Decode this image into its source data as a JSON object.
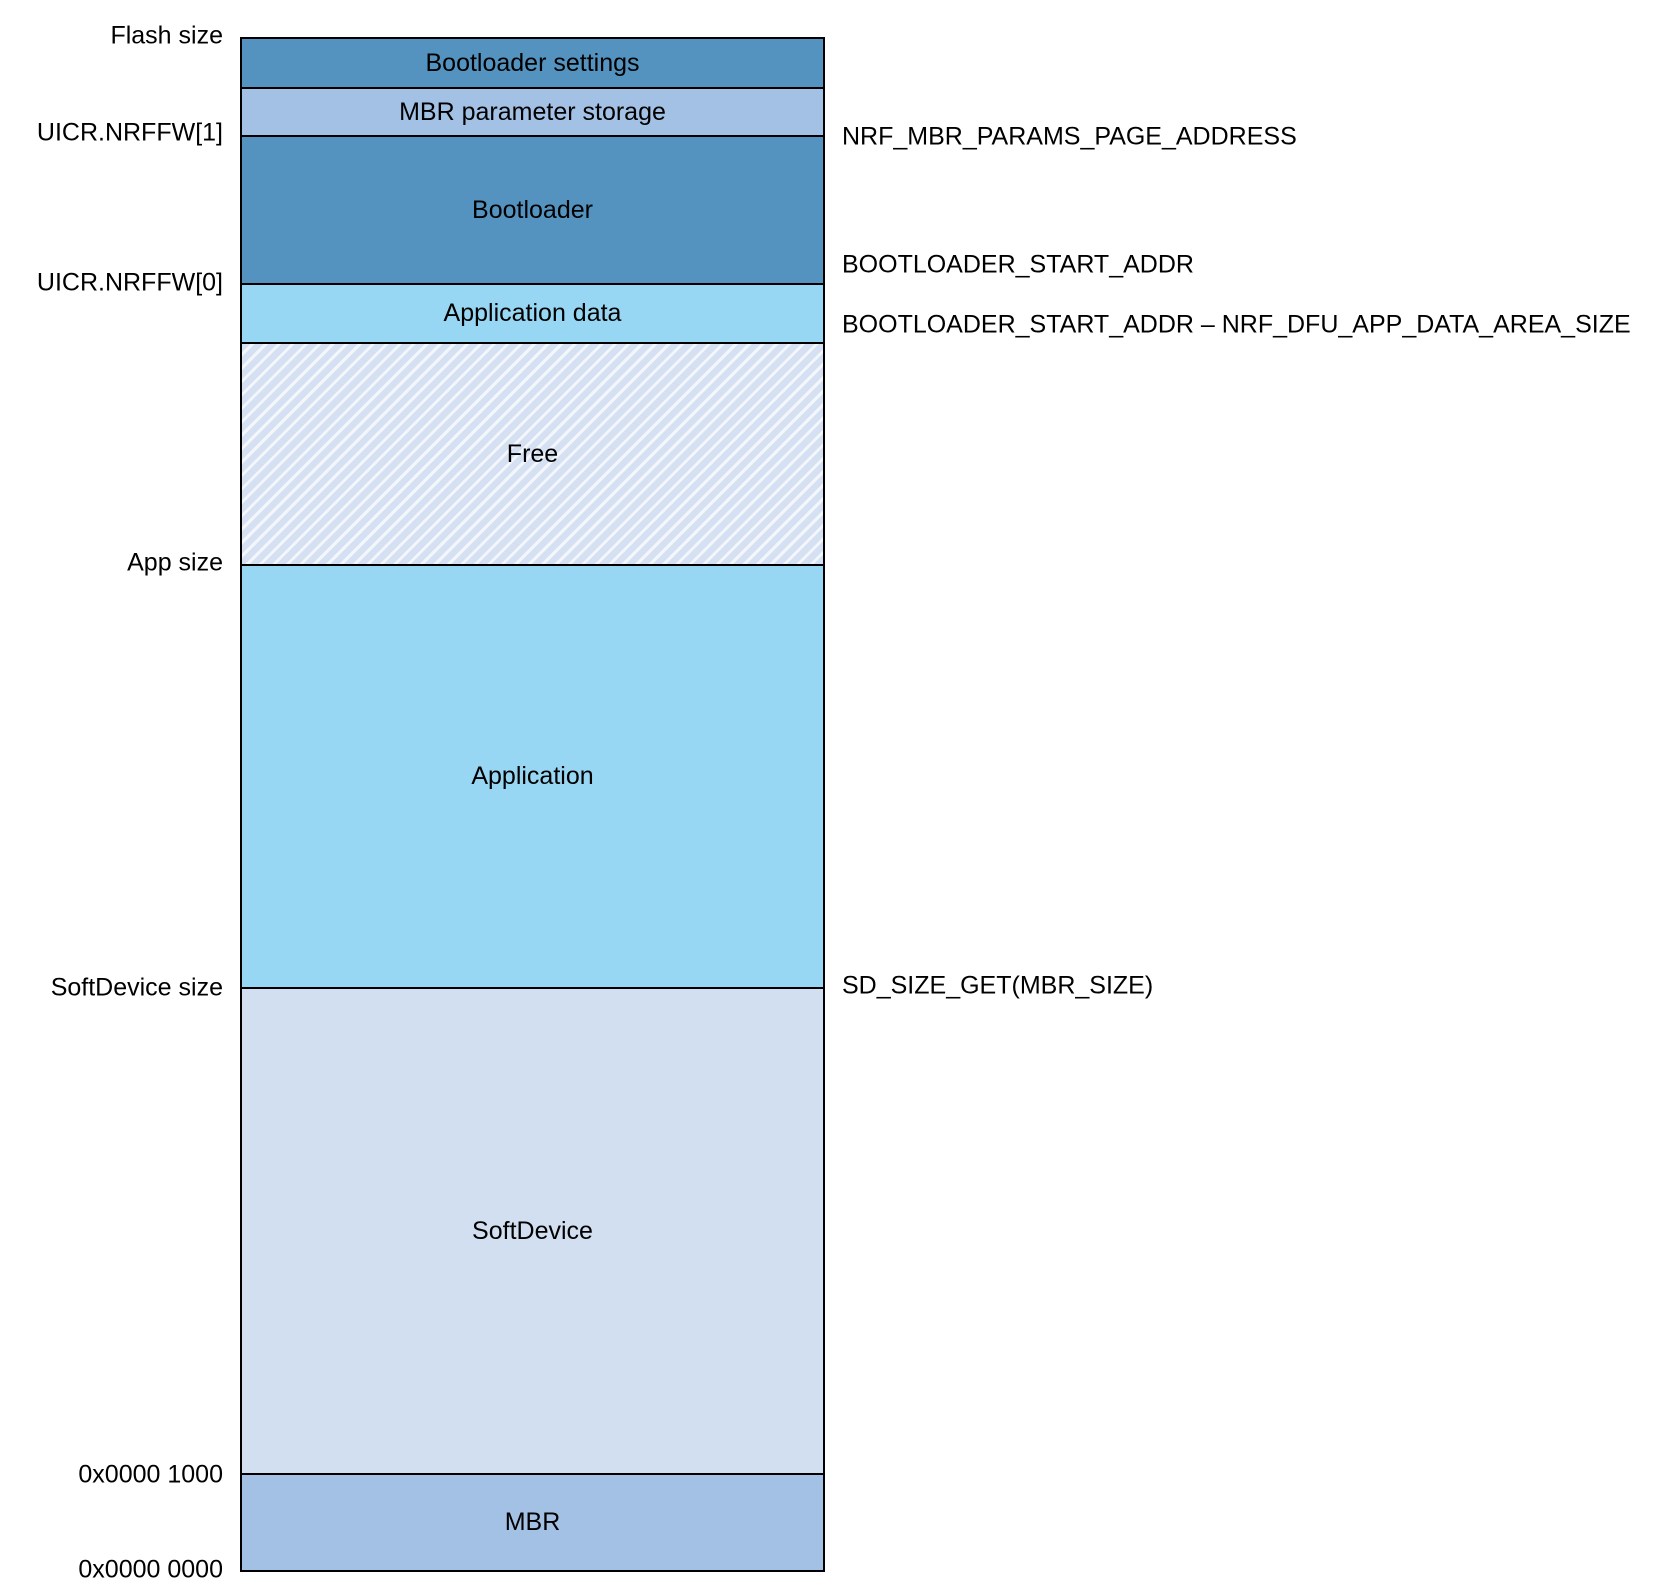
{
  "colors": {
    "steel_blue": "#5493bf",
    "periwinkle_blue": "#a3c1e5",
    "sky_blue": "#97d7f3",
    "free_base": "#d5e1f3",
    "free_stripe": "#f3f6fb",
    "softdevice_blue": "#d2dff0",
    "border": "#000000"
  },
  "regions": [
    {
      "label": "Bootloader settings",
      "color": "#5493bf",
      "pattern": "solid"
    },
    {
      "label": "MBR parameter storage",
      "color": "#a3c1e5",
      "pattern": "solid"
    },
    {
      "label": "Bootloader",
      "color": "#5493bf",
      "pattern": "solid"
    },
    {
      "label": "Application data",
      "color": "#97d7f3",
      "pattern": "solid"
    },
    {
      "label": "Free",
      "color": "#d5e1f3",
      "pattern": "diagonal-hatch"
    },
    {
      "label": "Application",
      "color": "#97d7f3",
      "pattern": "solid"
    },
    {
      "label": "SoftDevice",
      "color": "#d2dff0",
      "pattern": "solid"
    },
    {
      "label": "MBR",
      "color": "#a3c1e5",
      "pattern": "solid"
    }
  ],
  "left_labels": [
    {
      "text": "Flash size"
    },
    {
      "text": "UICR.NRFFW[1]"
    },
    {
      "text": "UICR.NRFFW[0]"
    },
    {
      "text": "App size"
    },
    {
      "text": "SoftDevice size"
    },
    {
      "text": "0x0000 1000"
    },
    {
      "text": "0x0000 0000"
    }
  ],
  "right_labels": [
    {
      "text": "NRF_MBR_PARAMS_PAGE_ADDRESS"
    },
    {
      "text": "BOOTLOADER_START_ADDR"
    },
    {
      "text": "BOOTLOADER_START_ADDR – NRF_DFU_APP_DATA_AREA_SIZE"
    },
    {
      "text": "SD_SIZE_GET(MBR_SIZE)"
    }
  ]
}
